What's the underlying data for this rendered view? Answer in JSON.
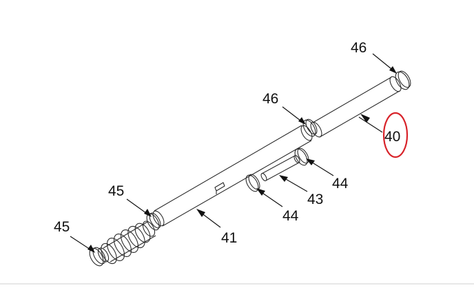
{
  "labels": {
    "c40": "40",
    "c41": "41",
    "c43": "43",
    "c44a": "44",
    "c44b": "44",
    "c45a": "45",
    "c45b": "45",
    "c46a": "46",
    "c46b": "46"
  },
  "highlight": {
    "part": "40",
    "color": "#d8232a"
  }
}
